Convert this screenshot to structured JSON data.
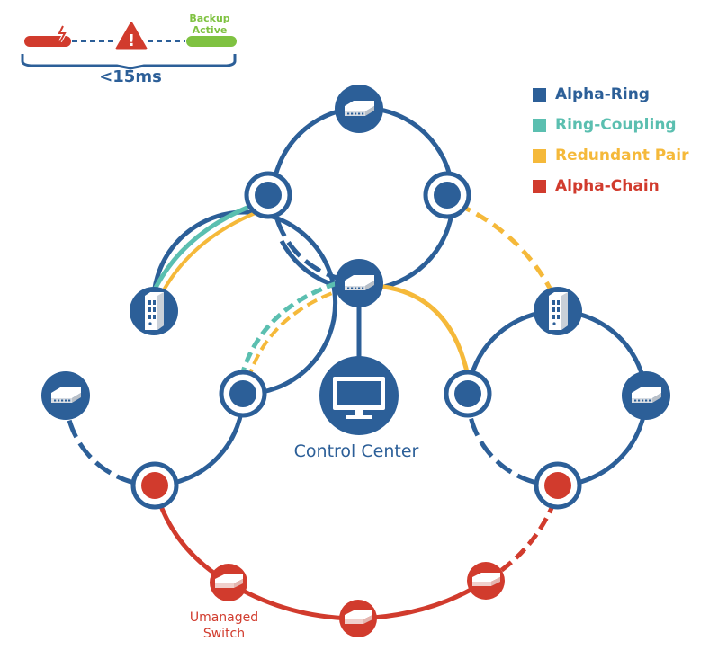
{
  "colors": {
    "alpha_ring": "#2c5f98",
    "ring_coupling": "#5bbfb0",
    "redundant_pair": "#f5b93a",
    "alpha_chain": "#d13b2d",
    "backup": "#7fc241"
  },
  "legend": {
    "items": [
      {
        "label": "Alpha-Ring",
        "color": "#2c5f98"
      },
      {
        "label": "Ring-Coupling",
        "color": "#5bbfb0"
      },
      {
        "label": "Redundant Pair",
        "color": "#f5b93a"
      },
      {
        "label": "Alpha-Chain",
        "color": "#d13b2d"
      }
    ]
  },
  "failover": {
    "backup_line1": "Backup",
    "backup_line2": "Active",
    "time_label": "<15ms",
    "warning_symbol": "!"
  },
  "labels": {
    "control_center": "Control Center",
    "unmanaged_line1": "Umanaged",
    "unmanaged_line2": "Switch"
  },
  "icons": {
    "switch": "switch-icon",
    "din_rail": "din-rail-switch-icon",
    "monitor": "monitor-icon",
    "warning": "warning-icon",
    "broken_cable": "broken-cable-icon"
  }
}
